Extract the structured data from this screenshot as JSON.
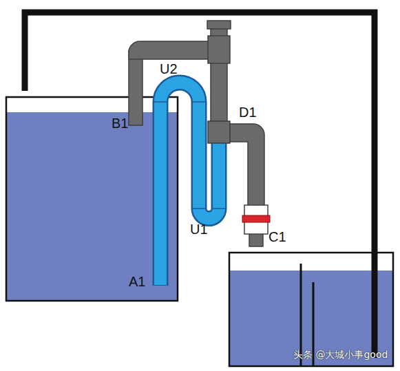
{
  "diagram": {
    "labels": [
      "B1",
      "U2",
      "D1",
      "A1",
      "U1",
      "C1",
      "头条 @大城小事good"
    ]
  }
}
